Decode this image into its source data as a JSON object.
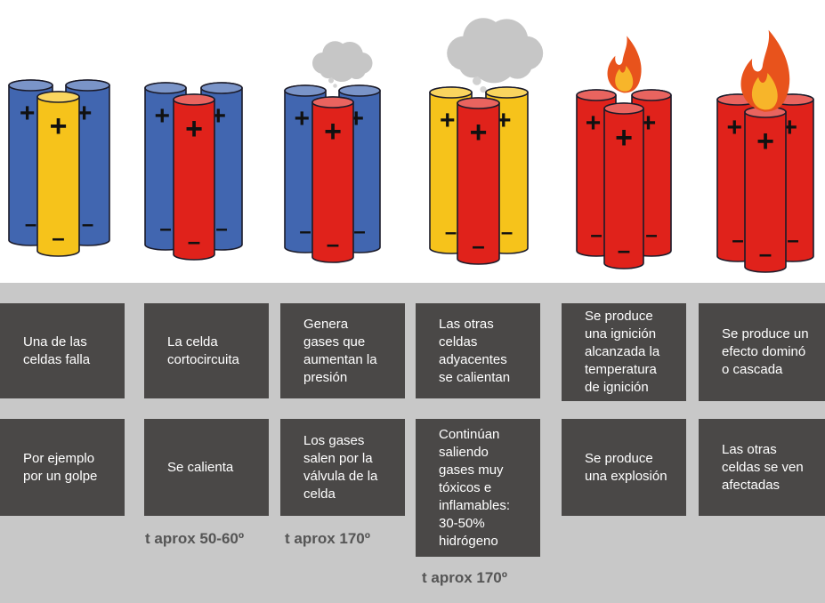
{
  "colors": {
    "blue": "#4166b0",
    "yellow": "#f6c31b",
    "red": "#e0221b",
    "box": "#4a4847",
    "panel": "#c8c8c8"
  },
  "symbols": {
    "plus": "+",
    "minus": "–"
  },
  "stages": [
    {
      "back_color": "blue",
      "front_color": "yellow",
      "effect": "none",
      "top_text": "Una de las\nceldas falla",
      "bottom_text": "Por ejemplo\npor un golpe",
      "temp": ""
    },
    {
      "back_color": "blue",
      "front_color": "red",
      "effect": "none",
      "top_text": "La celda\ncortocircuita",
      "bottom_text": "Se calienta",
      "temp": "t aprox 50-60º"
    },
    {
      "back_color": "blue",
      "front_color": "red",
      "effect": "smoke-small",
      "top_text": "Genera\ngases que\naumentan la\npresión",
      "bottom_text": "Los gases\nsalen por la\nválvula de la\ncelda",
      "temp": "t aprox 170º"
    },
    {
      "back_color": "yellow",
      "front_color": "red",
      "effect": "smoke-large",
      "top_text": "Las otras\nceldas\nadyacentes\nse calientan",
      "bottom_text": "Continúan\nsaliendo\ngases muy\ntóxicos e\ninflamables:\n30-50%\nhidrógeno",
      "temp": "t aprox 170º"
    },
    {
      "back_color": "red",
      "front_color": "red",
      "effect": "flame-small",
      "top_text": "Se produce\nuna ignición\nalcanzada la\ntemperatura\nde ignición",
      "bottom_text": "Se produce\nuna explosión",
      "temp": ""
    },
    {
      "back_color": "red",
      "front_color": "red",
      "effect": "flame-large",
      "top_text": "Se produce un\nefecto dominó\no cascada",
      "bottom_text": "Las otras\nceldas se ven\nafectadas",
      "temp": ""
    }
  ]
}
